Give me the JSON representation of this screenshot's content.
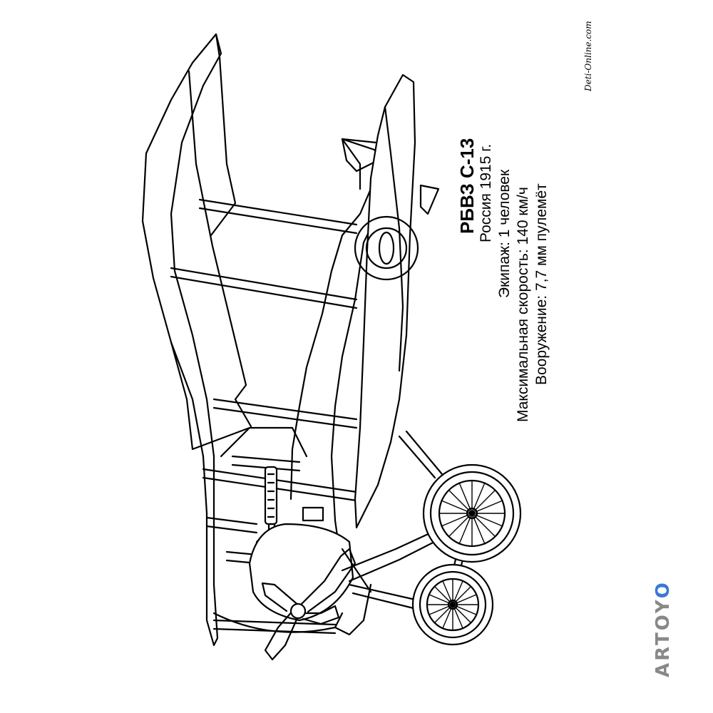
{
  "caption": {
    "title": "РБВЗ С-13",
    "line1": "Россия 1915 г.",
    "line2": "Экипаж: 1 человек",
    "line3": "Максимальная скорость: 140 км/ч",
    "line4": "Вооружение: 7,7 мм пулемёт"
  },
  "watermarks": {
    "site": "Deti-Online.com",
    "brand": "ARTOY",
    "brand_accent": "O"
  },
  "colors": {
    "line": "#000000",
    "brand_grey": "#888888",
    "brand_accent": "#3b78d6"
  }
}
